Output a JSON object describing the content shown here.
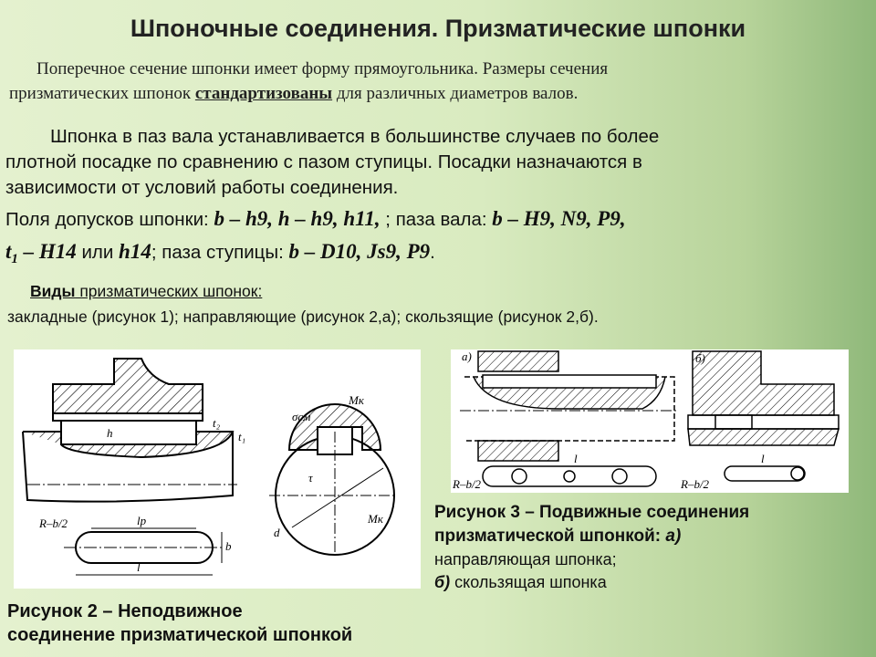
{
  "title": "Шпоночные соединения. Призматические шпонки",
  "para1": {
    "line1": "Поперечное сечение шпонки имеет форму прямоугольника. Размеры сечения",
    "line2_pre": "призматических шпонок ",
    "line2_bold": "стандартизованы",
    "line2_post": " для различных диаметров валов."
  },
  "para2": {
    "line1": "Шпонка в паз вала устанавливается в большинстве случаев по более",
    "line2": "плотной посадке по сравнению с пазом ступицы. Посадки назначаются в",
    "line3": "зависимости от условий работы соединения."
  },
  "tolerances": {
    "t1": "Поля допусков шпонки: ",
    "f1": "b – h9, h – h9, h11,",
    "t2": " ; паза вала: ",
    "f2": "b – H9, N9, P9,",
    "f3": "t",
    "f3sub": "1",
    "f3b": " – H14",
    "t3": "  или ",
    "f4": "h14",
    "t4": "; паза ступицы: ",
    "f5": "b – D10, Js9,  P9",
    "t5": "."
  },
  "types": {
    "bold": "Виды",
    "rest": " призматических шпонок:",
    "line2": "закладные (рисунок 1); направляющие (рисунок 2,а); скользящие (рисунок 2,б)."
  },
  "figure2": {
    "caption1": "Рисунок 2 – Неподвижное",
    "caption2": "соединение призматической шпонкой",
    "labels": {
      "h": "h",
      "t2": "t₂",
      "t1": "t₁",
      "lp": "lp",
      "R": "R–b/2",
      "b": "b",
      "l": "l",
      "Mk": "Mк",
      "sigma": "σсм",
      "tau": "τ",
      "d": "d"
    }
  },
  "figure3": {
    "caption1": "Рисунок 3 – Подвижные соединения",
    "caption2a": "призматической шпонкой: ",
    "caption2b": "а)",
    "caption3": "направляющая шпонка;",
    "caption4a": "б)",
    "caption4b": " скользящая шпонка",
    "labels": {
      "a": "а)",
      "b": "б)",
      "l": "l",
      "R": "R–b/2"
    }
  }
}
